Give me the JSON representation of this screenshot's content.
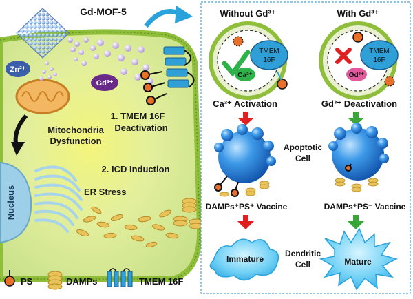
{
  "title": "Gd-MOF-5",
  "ions": {
    "zinc": "Zn²⁺",
    "gadolinium": "Gd³⁺"
  },
  "cell": {
    "mito_line1": "Mitochondria",
    "mito_line2": "Dysfunction",
    "step1_line1": "1. TMEM 16F",
    "step1_line2": "Deactivation",
    "step2": "2. ICD Induction",
    "er_stress": "ER Stress",
    "nucleus": "Nucleus"
  },
  "panel": {
    "left_header": "Without Gd³⁺",
    "right_header": "With Gd³⁺",
    "tmem_line1": "TMEM",
    "tmem_line2": "16F",
    "ca_label": "Ca²⁺",
    "gd_label": "Gd³⁺",
    "left_caption": "Ca²⁺ Activation",
    "right_caption": "Gd³⁺ Deactivation",
    "apoptotic_line1": "Apoptotic",
    "apoptotic_line2": "Cell",
    "vaccine_left": "DAMPs⁺PS⁺ Vaccine",
    "vaccine_right": "DAMPs⁺PS⁻ Vaccine",
    "dc_left": "Immature",
    "dc_right": "Mature",
    "dendritic_line1": "Dendritic",
    "dendritic_line2": "Cell"
  },
  "legend": {
    "ps": "PS",
    "damps": "DAMPs",
    "tmem": "TMEM 16F"
  },
  "colors": {
    "membrane": "#8fbf3a",
    "cytoplasm": "#d9ea9a",
    "ps_orange": "#e8702a",
    "tmem_blue": "#2f9fd8",
    "cell_blue": "#1f7ad0",
    "red_arrow": "#e02020",
    "green_arrow": "#3aa63a",
    "check_green": "#2db34a"
  }
}
